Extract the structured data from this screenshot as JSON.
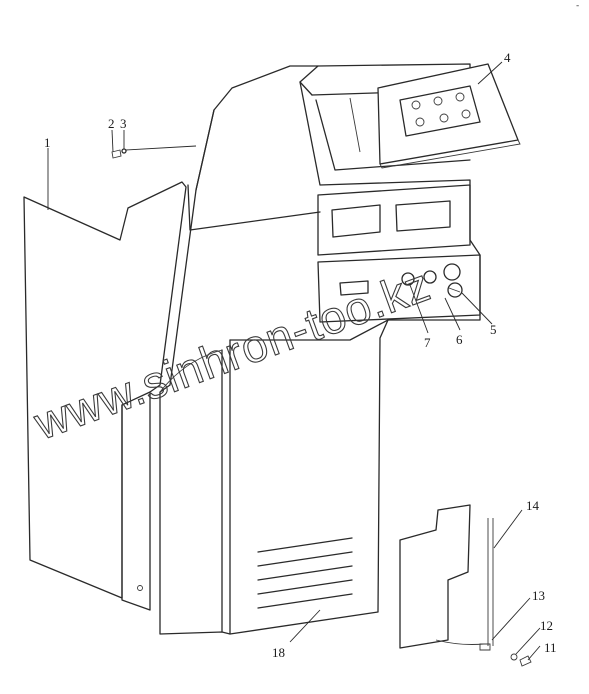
{
  "corner_mark": "-",
  "watermark": "www.sinhron-too.kz",
  "labels": {
    "p1": "1",
    "p2": "2",
    "p3": "3",
    "p4": "4",
    "p5": "5",
    "p6": "6",
    "p7": "7",
    "p11": "11",
    "p12": "12",
    "p13": "13",
    "p14": "14",
    "p18": "18"
  }
}
